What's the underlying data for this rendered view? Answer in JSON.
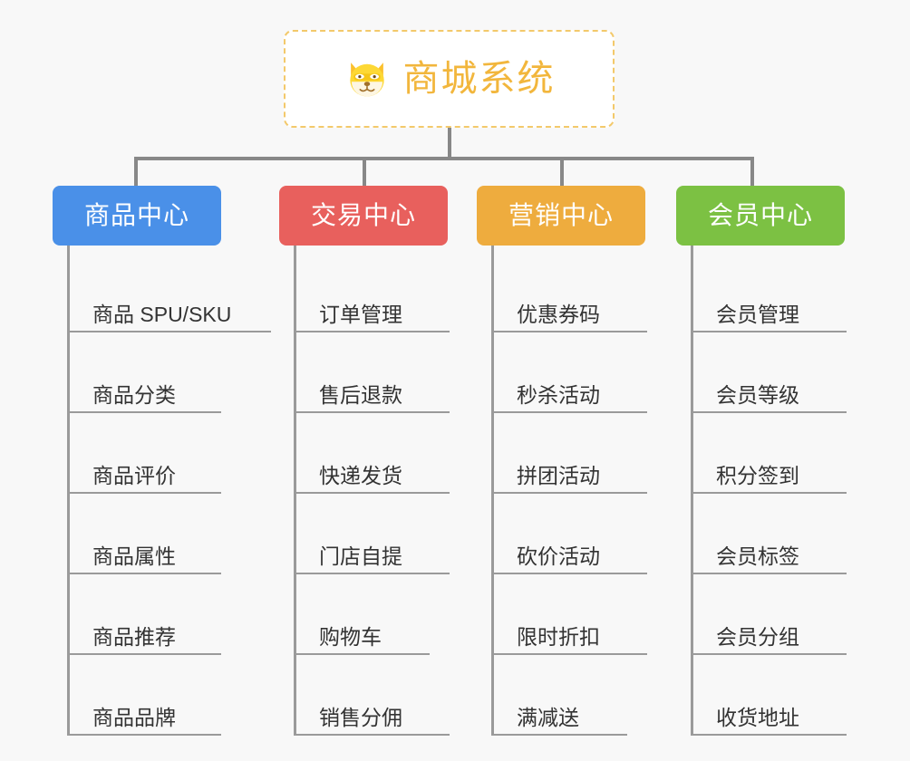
{
  "page": {
    "background_color": "#f8f8f8",
    "title": "商城系统"
  },
  "root": {
    "label": "商城系统",
    "icon": "dog-face-icon",
    "text_color": "#f2b63c",
    "border_color": "#f3c96b",
    "background_color": "#ffffff"
  },
  "connector_color": "#888888",
  "columns": [
    {
      "id": "product-center",
      "label": "商品中心",
      "color": "#4a90e8",
      "items": [
        "商品 SPU/SKU",
        "商品分类",
        "商品评价",
        "商品属性",
        "商品推荐",
        "商品品牌"
      ]
    },
    {
      "id": "trade-center",
      "label": "交易中心",
      "color": "#e8605d",
      "items": [
        "订单管理",
        "售后退款",
        "快递发货",
        "门店自提",
        "购物车",
        "销售分佣"
      ]
    },
    {
      "id": "marketing-center",
      "label": "营销中心",
      "color": "#eeac3e",
      "items": [
        "优惠券码",
        "秒杀活动",
        "拼团活动",
        "砍价活动",
        "限时折扣",
        "满减送"
      ]
    },
    {
      "id": "member-center",
      "label": "会员中心",
      "color": "#7cc143",
      "items": [
        "会员管理",
        "会员等级",
        "积分签到",
        "会员标签",
        "会员分组",
        "收货地址"
      ]
    }
  ]
}
